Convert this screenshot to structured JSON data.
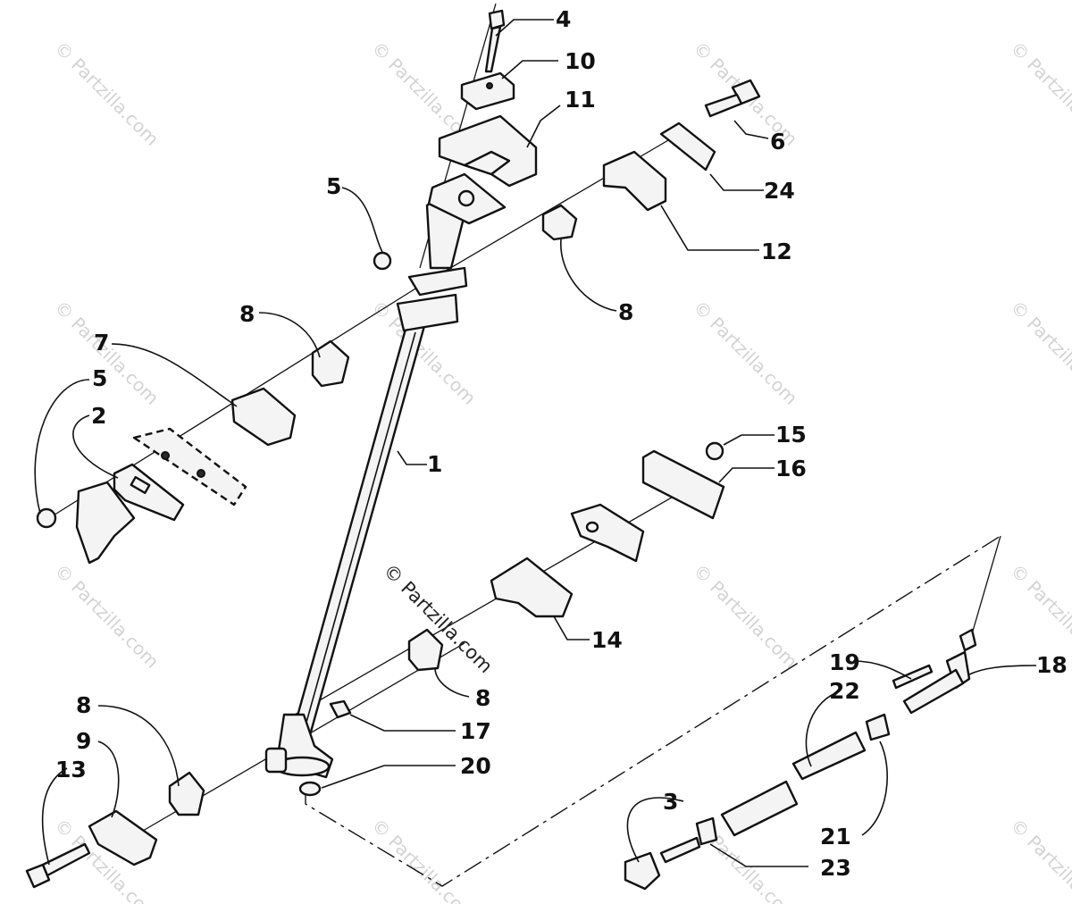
{
  "watermark": {
    "tile_text": "© Partzilla.com",
    "center_text": "© Partzilla.com"
  },
  "callouts": [
    "1",
    "2",
    "3",
    "4",
    "5",
    "5",
    "6",
    "7",
    "8",
    "8",
    "8",
    "8",
    "9",
    "10",
    "11",
    "12",
    "13",
    "14",
    "15",
    "16",
    "17",
    "18",
    "19",
    "20",
    "21",
    "22",
    "23",
    "24"
  ]
}
